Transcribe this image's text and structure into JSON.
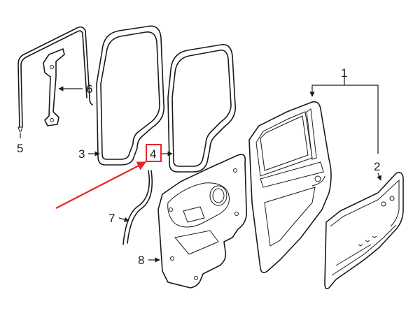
{
  "callouts": [
    {
      "id": "1",
      "label": "1"
    },
    {
      "id": "2",
      "label": "2"
    },
    {
      "id": "3",
      "label": "3"
    },
    {
      "id": "4",
      "label": "4"
    },
    {
      "id": "5",
      "label": "5"
    },
    {
      "id": "6",
      "label": "6"
    },
    {
      "id": "7",
      "label": "7"
    },
    {
      "id": "8",
      "label": "8"
    }
  ],
  "highlight": {
    "callout": "4",
    "color": "#e8232a"
  },
  "colors": {
    "line": "#1a1a1a",
    "background": "#ffffff",
    "pointer_arrow": "#e8232a"
  }
}
